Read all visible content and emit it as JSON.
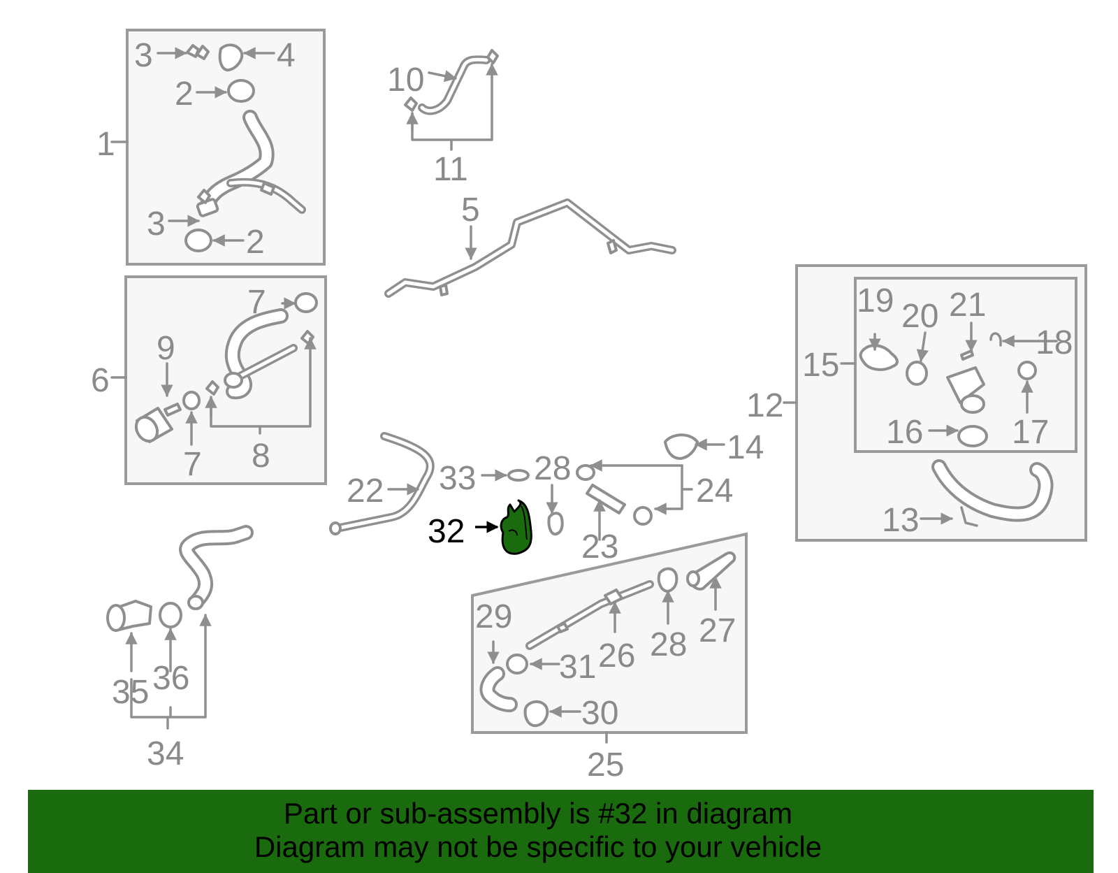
{
  "labels": {
    "l1": "1",
    "l2a": "2",
    "l2b": "2",
    "l3a": "3",
    "l3b": "3",
    "l4": "4",
    "l5": "5",
    "l6": "6",
    "l7a": "7",
    "l7b": "7",
    "l8": "8",
    "l9": "9",
    "l10": "10",
    "l11": "11",
    "l12": "12",
    "l13": "13",
    "l14": "14",
    "l15": "15",
    "l16": "16",
    "l17": "17",
    "l18": "18",
    "l19": "19",
    "l20": "20",
    "l21": "21",
    "l22": "22",
    "l23": "23",
    "l24": "24",
    "l25": "25",
    "l26": "26",
    "l27": "27",
    "l28a": "28",
    "l28b": "28",
    "l29": "29",
    "l30": "30",
    "l31": "31",
    "l32": "32",
    "l33": "33",
    "l34": "34",
    "l35": "35",
    "l36": "36"
  },
  "highlight": {
    "part_number": "32",
    "color": "#1a6b0e"
  },
  "banner": {
    "line1": "Part or sub-assembly is #32 in diagram",
    "line2": "Diagram may not be specific to your vehicle",
    "background": "#1a6b0e"
  }
}
